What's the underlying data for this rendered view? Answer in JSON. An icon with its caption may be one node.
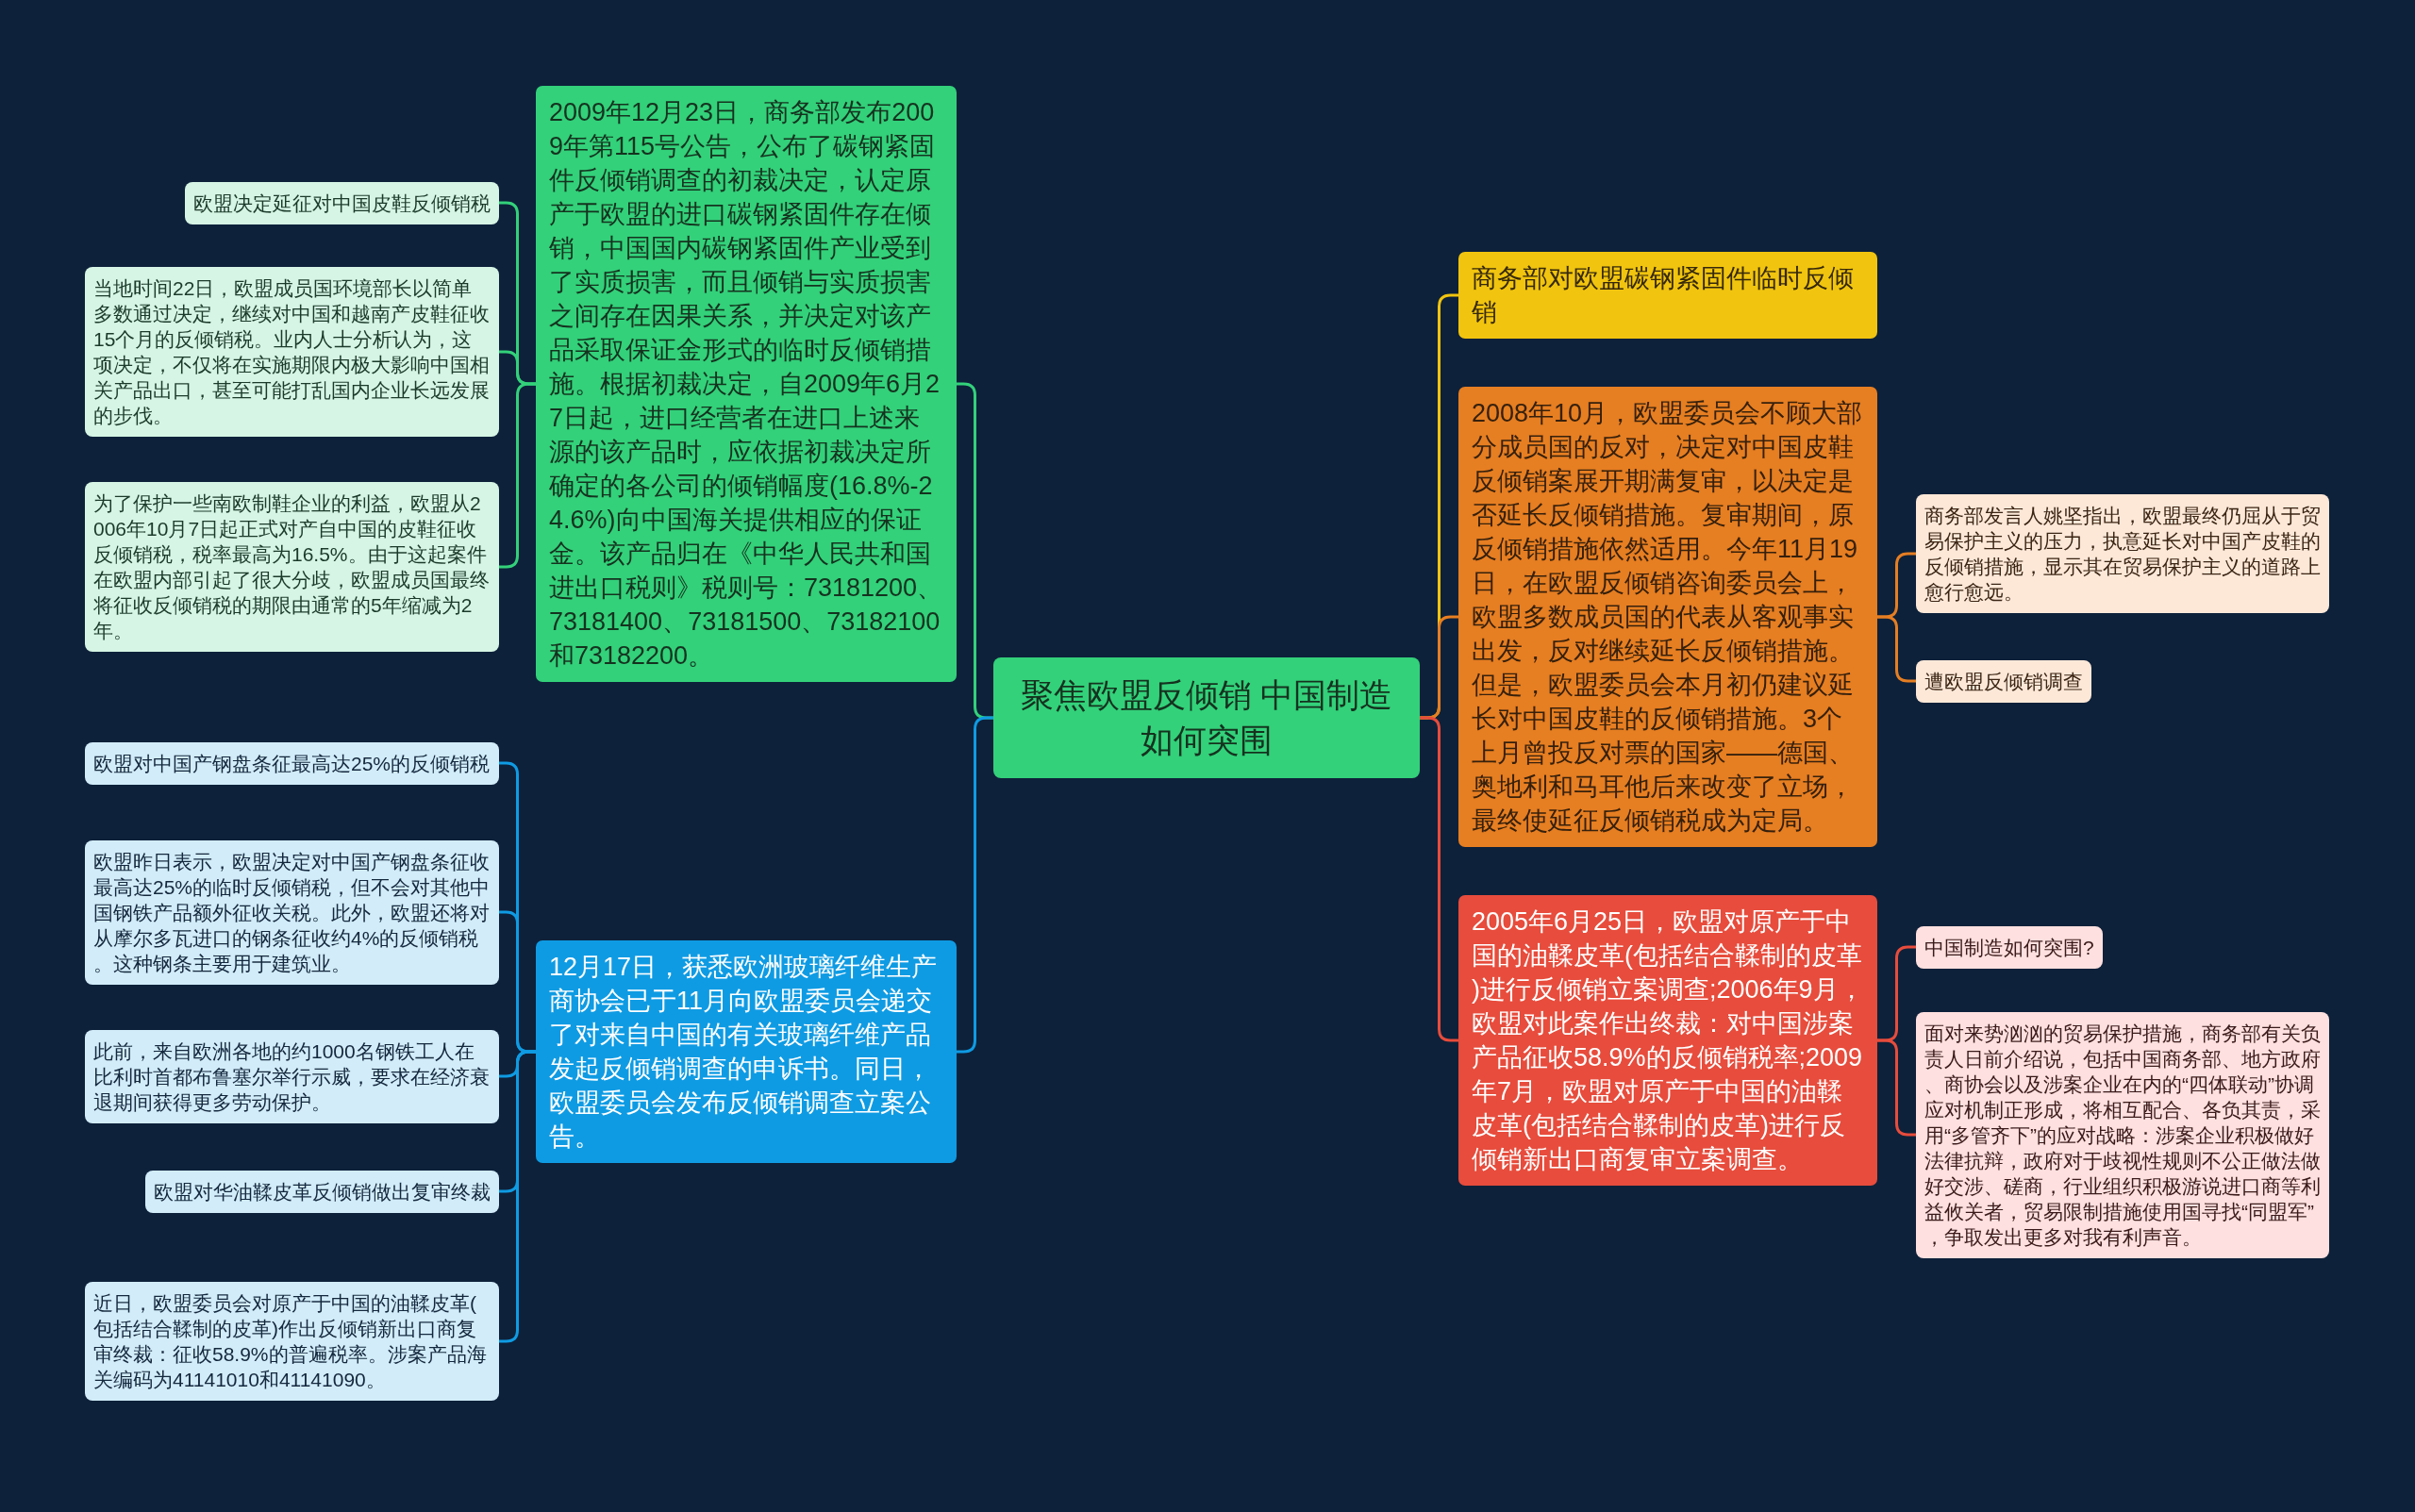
{
  "diagram": {
    "nodes": [
      {
        "text": [
          "聚焦欧盟反倾销 中国制造如何突围"
        ]
      },
      {
        "text": [
          "2009年12月23日，商务部发布2009年第115号公告，公布了碳钢紧固件反倾销调查的初裁决定，认定原产于欧盟的进口碳钢紧固件存在倾销，中国国内碳钢紧固件产业受到了实质损害，而且倾销与实质损害之间存在因果关系，并决定对该产品采取保证金形式的临时反倾销措施。根据初裁决定，自2009年6月27日起，进口经营者在进口上述来源的该产品时，应依据初裁决定所确定的各公司的倾销幅度(16.8%-24.6%)向中国海关提供相应的保证金。该产品归在《中华人民共和国进出口税则》税则号：73181200、73181400、73181500、73182100和73182200。"
        ]
      },
      {
        "text": [
          "12月17日，获悉欧洲玻璃纤维生产商协会已于11月向欧盟委员会递交了对来自中国的有关玻璃纤维产品发起反倾销调查的申诉书。同日，欧盟委员会发布反倾销调查立案公告。"
        ]
      },
      {
        "text": [
          "商务部对欧盟碳钢紧固件临时反倾销"
        ]
      },
      {
        "text": [
          "2008年10月，欧盟委员会不顾大部分成员国的反对，决定对中国皮鞋反倾销案展开期满复审，以决定是否延长反倾销措施。复审期间，原反倾销措施依然适用。今年11月19日，在欧盟反倾销咨询委员会上，欧盟多数成员国的代表从客观事实出发，反对继续延长反倾销措施。但是，欧盟委员会本月初仍建议延长对中国皮鞋的反倾销措施。3个上月曾投反对票的国家——德国、奥地利和马耳他后来改变了立场，最终使延征反倾销税成为定局。"
        ]
      },
      {
        "text": [
          "2005年6月25日，欧盟对原产于中国的油鞣皮革(包括结合鞣制的皮革)进行反倾销立案调查;2006年9月，欧盟对此案作出终裁：对中国涉案产品征收58.9%的反倾销税率;2009年7月，欧盟对原产于中国的油鞣皮革(包括结合鞣制的皮革)进行反倾销新出口商复审立案调查。"
        ]
      },
      {
        "text": [
          "欧盟决定延征对中国皮鞋反倾销税"
        ]
      },
      {
        "text": [
          "当地时间22日，欧盟成员国环境部长以简单多数通过决定，继续对中国和越南产皮鞋征收15个月的反倾销税。业内人士分析认为，这项决定，不仅将在实施期限内极大影响中国相关产品出口，甚至可能打乱国内企业长远发展的步伐。"
        ]
      },
      {
        "text": [
          "为了保护一些南欧制鞋企业的利益，欧盟从2006年10月7日起正式对产自中国的皮鞋征收反倾销税，税率最高为16.5%。由于这起案件在欧盟内部引起了很大分歧，欧盟成员国最终将征收反倾销税的期限由通常的5年缩减为2年。"
        ]
      },
      {
        "text": [
          "欧盟对中国产钢盘条征最高达25%的反倾销税"
        ]
      },
      {
        "text": [
          "欧盟昨日表示，欧盟决定对中国产钢盘条征收最高达25%的临时反倾销税，但不会对其他中国钢铁产品额外征收关税。此外，欧盟还将对从摩尔多瓦进口的钢条征收约4%的反倾销税。这种钢条主要用于建筑业。"
        ]
      },
      {
        "text": [
          "此前，来自欧洲各地的约1000名钢铁工人在比利时首都布鲁塞尔举行示威，要求在经济衰退期间获得更多劳动保护。"
        ]
      },
      {
        "text": [
          "欧盟对华油鞣皮革反倾销做出复审终裁"
        ]
      },
      {
        "text": [
          "近日，欧盟委员会对原产于中国的油鞣皮革(包括结合鞣制的皮革)作出反倾销新出口商复审终裁：征收58.9%的普遍税率。涉案产品海关编码为41141010和41141090。"
        ]
      },
      {
        "text": [
          "商务部发言人姚坚指出，欧盟最终仍屈从于贸易保护主义的压力，执意延长对中国产皮鞋的反倾销措施，显示其在贸易保护主义的道路上愈行愈远。"
        ]
      },
      {
        "text": [
          "遭欧盟反倾销调查"
        ]
      },
      {
        "text": [
          "中国制造如何突围?"
        ]
      },
      {
        "text": [
          "面对来势汹汹的贸易保护措施，商务部有关负责人日前介绍说，包括中国商务部、地方政府、商协会以及涉案企业在内的“四体联动”协调应对机制正形成，将相互配合、各负其责，采用“多管齐下”的应对战略：涉案企业积极做好法律抗辩，政府对于歧视性规则不公正做法做好交涉、磋商，行业组织积极游说进口商等利益攸关者，贸易限制措施使用国寻找“同盟军”，争取发出更多对我有利声音。"
        ]
      }
    ],
    "edges": [
      {
        "from": 0,
        "to": 1,
        "arrow": "none",
        "color": "#33d17a"
      },
      {
        "from": 0,
        "to": 2,
        "arrow": "none"
      },
      {
        "from": 0,
        "to": 3,
        "arrow": "none",
        "color": "#f1c40f"
      },
      {
        "from": 0,
        "to": 4,
        "arrow": "none",
        "color": "#e67e22"
      },
      {
        "from": 0,
        "to": 5,
        "arrow": "none",
        "color": "#e74c3c"
      },
      {
        "from": 1,
        "to": 6,
        "arrow": "none",
        "color": "#33d17a"
      },
      {
        "from": 1,
        "to": 7,
        "arrow": "none",
        "color": "#33d17a"
      },
      {
        "from": 1,
        "to": 8,
        "arrow": "none",
        "color": "#33d17a"
      },
      {
        "from": 2,
        "to": 9,
        "arrow": "none"
      },
      {
        "from": 2,
        "to": 10,
        "arrow": "none"
      },
      {
        "from": 2,
        "to": 11,
        "arrow": "none"
      },
      {
        "from": 2,
        "to": 12,
        "arrow": "none"
      },
      {
        "from": 2,
        "to": 13,
        "arrow": "none"
      },
      {
        "from": 4,
        "to": 14,
        "arrow": "none",
        "color": "#e67e22"
      },
      {
        "from": 4,
        "to": 15,
        "arrow": "none",
        "color": "#e67e22"
      },
      {
        "from": 5,
        "to": 16,
        "arrow": "none",
        "color": "#e74c3c"
      },
      {
        "from": 5,
        "to": 17,
        "arrow": "none",
        "color": "#e74c3c"
      }
    ]
  }
}
